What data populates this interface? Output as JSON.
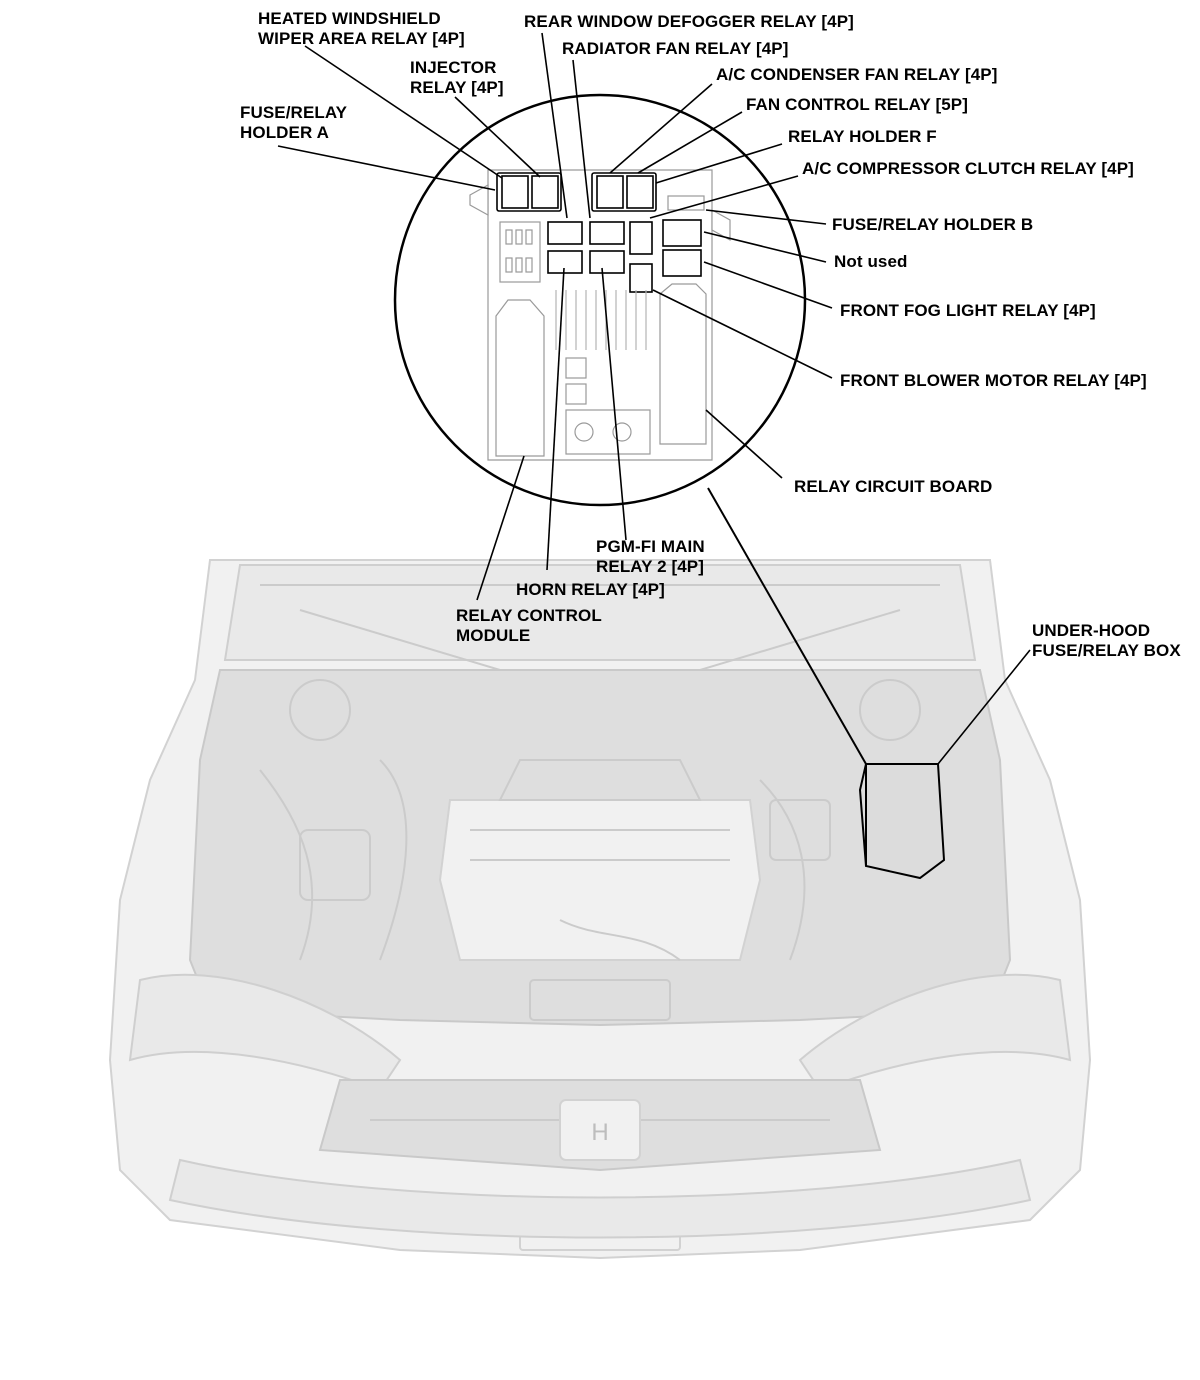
{
  "labels": {
    "heated_windshield_1": "HEATED WINDSHIELD",
    "heated_windshield_2": "WIPER AREA RELAY [4P]",
    "injector_1": "INJECTOR",
    "injector_2": "RELAY [4P]",
    "fuse_relay_holder_a_1": "FUSE/RELAY",
    "fuse_relay_holder_a_2": "HOLDER A",
    "rear_window_defogger": "REAR WINDOW DEFOGGER RELAY [4P]",
    "radiator_fan": "RADIATOR FAN RELAY [4P]",
    "ac_condenser_fan": "A/C CONDENSER FAN RELAY [4P]",
    "fan_control": "FAN CONTROL RELAY [5P]",
    "relay_holder_f": "RELAY HOLDER F",
    "ac_compressor_clutch": "A/C COMPRESSOR CLUTCH RELAY [4P]",
    "fuse_relay_holder_b": "FUSE/RELAY HOLDER B",
    "not_used": "Not used",
    "front_fog_light": "FRONT FOG LIGHT RELAY [4P]",
    "front_blower_motor": "FRONT BLOWER MOTOR RELAY [4P]",
    "relay_circuit_board": "RELAY CIRCUIT BOARD",
    "pgm_fi_1": "PGM-FI MAIN",
    "pgm_fi_2": "RELAY 2 [4P]",
    "horn_relay": "HORN RELAY [4P]",
    "relay_control_module_1": "RELAY CONTROL",
    "relay_control_module_2": "MODULE",
    "under_hood_1": "UNDER-HOOD",
    "under_hood_2": "FUSE/RELAY BOX"
  }
}
